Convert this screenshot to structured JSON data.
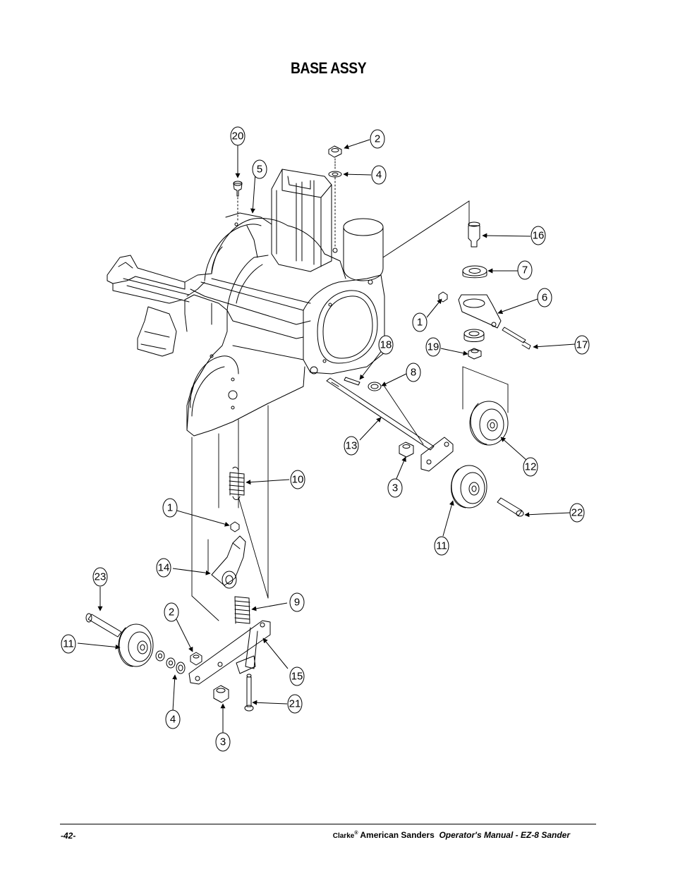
{
  "page": {
    "title": "BASE ASSY",
    "footer": {
      "page_number": "-42-",
      "brand": "Clarke",
      "registered": "®",
      "company": "American Sanders",
      "manual": "Operator's Manual - EZ-8 Sander"
    }
  },
  "callouts": {
    "c20": "20",
    "c2a": "2",
    "c4a": "4",
    "c5": "5",
    "c16": "16",
    "c7": "7",
    "c6": "6",
    "c1a": "1",
    "c17": "17",
    "c19": "19",
    "c18": "18",
    "c8": "8",
    "c13": "13",
    "c12": "12",
    "c3a": "3",
    "c10": "10",
    "c22": "22",
    "c11a": "11",
    "c1b": "1",
    "c14": "14",
    "c23": "23",
    "c9": "9",
    "c2b": "2",
    "c11b": "11",
    "c15": "15",
    "c4b": "4",
    "c21": "21",
    "c3b": "3"
  }
}
